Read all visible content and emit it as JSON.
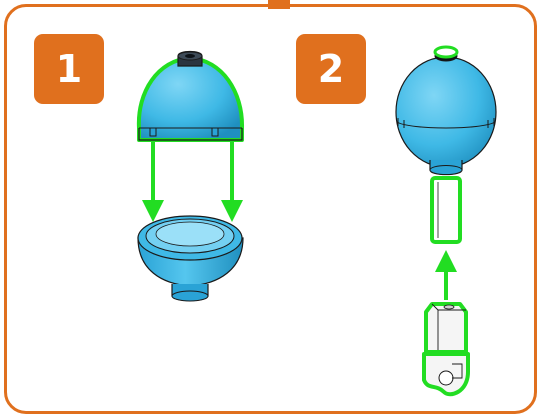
{
  "steps": [
    {
      "number": "1"
    },
    {
      "number": "2"
    }
  ],
  "colors": {
    "frame": "#e0701e",
    "badge": "#e0701e",
    "part_blue": "#3fb9e6",
    "part_blue_dark": "#1f8fbf",
    "highlight_green": "#22dd22",
    "outline": "#1a1a1a"
  },
  "icons": {
    "step1_assembly": "dome-cap-onto-cup-base",
    "step2_assembly": "post-with-clip-into-sphere"
  }
}
